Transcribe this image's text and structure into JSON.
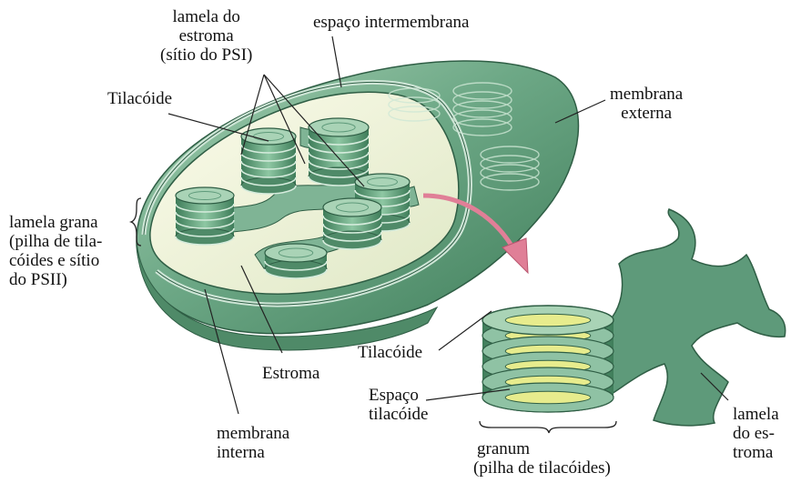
{
  "labels": {
    "lamela_estroma": [
      "lamela do",
      "estroma",
      "(sítio do PSI)"
    ],
    "espaco_intermembrana": "espaço intermembrana",
    "tilacoide_top": "Tilacóide",
    "membrana_externa": [
      "membrana",
      "externa"
    ],
    "lamela_grana": [
      "lamela grana",
      "(pilha de tila-",
      "cóides e sítio",
      "do PSII)"
    ],
    "estroma": "Estroma",
    "membrana_interna": [
      "membrana",
      "interna"
    ],
    "tilacoide_detail": "Tilacóide",
    "espaco_tilacoide": [
      "Espaço",
      "tilacóide"
    ],
    "granum": [
      "granum",
      "(pilha de tilacóides)"
    ],
    "lamela_do_estroma_right": [
      "lamela",
      "do es-",
      "troma"
    ]
  },
  "colors": {
    "outer_membrane": "#5d9a78",
    "outer_membrane_light": "#8fc2a4",
    "stroma_fill": "#f2f1d8",
    "grana": "#5e9a7a",
    "grana_light": "#a9d3b6",
    "lumen": "#e7ec8d",
    "arrow": "#e07f97",
    "line": "#222222"
  },
  "icons": {
    "arrow": "curved-pointer-arrow"
  }
}
